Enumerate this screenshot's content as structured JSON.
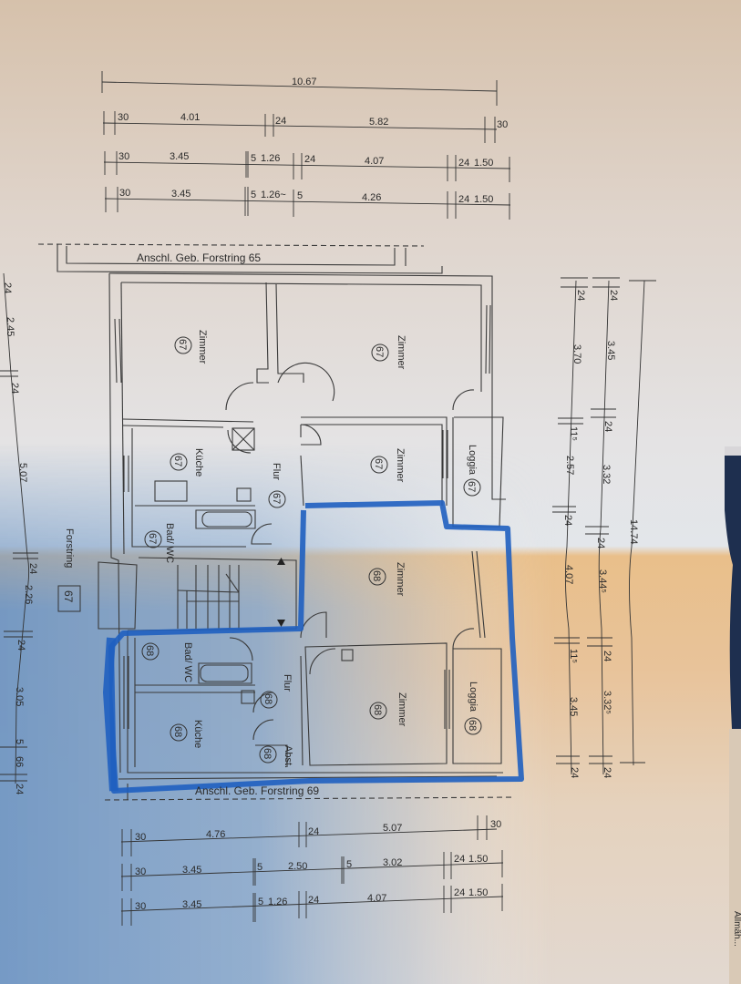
{
  "colors": {
    "paper_top": "#d9c5b0",
    "paper_light": "#e6e3e2",
    "paper_orange": "#e8b982",
    "paper_blue_shadow": "#7fa2c8",
    "line": "#3a3a3a",
    "marker_blue": "#1f5fc0",
    "book_edge_dark": "#1e2f4f"
  },
  "top_dimensions": {
    "row1": {
      "total": "10.67"
    },
    "row2": {
      "a": "30",
      "b": "4.01",
      "c": "24",
      "d": "5.82",
      "e": "30"
    },
    "row3": {
      "a": "30",
      "b": "3.45",
      "c": "5",
      "d": "1.26",
      "e": "24",
      "f": "4.07",
      "g": "24",
      "h": "1.50"
    },
    "row4": {
      "a": "30",
      "b": "3.45",
      "c": "5",
      "d": "1.26~",
      "e": "5",
      "f": "4.26",
      "g": "24",
      "h": "1.50"
    }
  },
  "bottom_dimensions": {
    "row1": {
      "a": "30",
      "b": "4.76",
      "c": "24",
      "d": "5.07",
      "e": "30"
    },
    "row2": {
      "a": "30",
      "b": "3.45",
      "c": "5",
      "d": "2.50",
      "e": "5",
      "f": "3.02",
      "g": "24",
      "h": "1.50"
    },
    "row3": {
      "a": "30",
      "b": "3.45",
      "c": "5",
      "d": "1.26",
      "e": "24",
      "f": "4.07",
      "g": "24",
      "h": "1.50"
    }
  },
  "right_dimensions": {
    "col1": {
      "a": "24",
      "b": "3.70",
      "c": "11⁵",
      "d": "2.57",
      "e": "24",
      "f": "4.07",
      "g": "11⁵",
      "h": "3.45",
      "i": "24"
    },
    "col2": {
      "a": "24",
      "b": "3.45",
      "c": "24",
      "d": "3.32",
      "e": "24",
      "f": "3.44⁵",
      "g": "24",
      "h": "3.32⁵",
      "i": "24"
    },
    "col3": {
      "total": "14.74"
    }
  },
  "left_dimensions": {
    "a": "24",
    "b": "2.45",
    "c": "24",
    "d": "5.07",
    "e": "24",
    "f": "2.26",
    "g": "24",
    "h": "3.05",
    "i": "5",
    "j": "66",
    "k": "24"
  },
  "adjacent_buildings": {
    "top": "Anschl. Geb. Forstring 65",
    "bottom": "Anschl. Geb. Forstring 69"
  },
  "street": {
    "label": "Forstring",
    "number": "67"
  },
  "unit67": {
    "rooms": [
      {
        "name": "Zimmer",
        "no": "67"
      },
      {
        "name": "Zimmer",
        "no": "67"
      },
      {
        "name": "Küche",
        "no": "67"
      },
      {
        "name": "Flur",
        "no": "67"
      },
      {
        "name": "Zimmer",
        "no": "67"
      },
      {
        "name": "Loggia",
        "no": "67"
      },
      {
        "name": "Bad/ WC",
        "no": "67"
      }
    ]
  },
  "unit68": {
    "rooms": [
      {
        "name": "Zimmer",
        "no": "68"
      },
      {
        "name": "Bad/ WC",
        "no": "68"
      },
      {
        "name": "Flur",
        "no": "68"
      },
      {
        "name": "Zimmer",
        "no": "68"
      },
      {
        "name": "Loggia",
        "no": "68"
      },
      {
        "name": "Küche",
        "no": "68"
      },
      {
        "name": "Abst.",
        "no": "68"
      }
    ]
  },
  "edge_text": "Allmäh..."
}
